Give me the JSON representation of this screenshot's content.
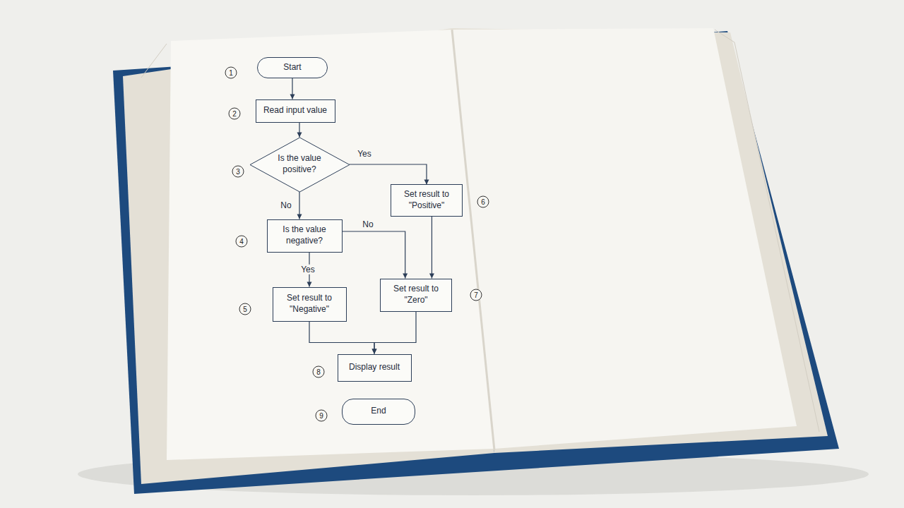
{
  "diagram": {
    "nodes": [
      {
        "text": [
          "Start"
        ]
      },
      {
        "text": [
          "Read input value"
        ]
      },
      {
        "text": [
          "Is the value positive?"
        ]
      },
      {
        "text": [
          "Set result to \"Positive\""
        ]
      },
      {
        "text": [
          "Is the value negative?"
        ]
      },
      {
        "text": [
          "Set result to \"Negative\""
        ]
      },
      {
        "text": [
          "Set result to \"Zero\""
        ]
      },
      {
        "text": [
          "Display result"
        ]
      },
      {
        "text": [
          "End"
        ]
      }
    ],
    "edges": [
      {
        "from": 0,
        "to": 1,
        "arrow": "to"
      },
      {
        "from": 1,
        "to": 2,
        "arrow": "to"
      },
      {
        "from": 2,
        "to": 3,
        "label": "Yes",
        "arrow": "to"
      },
      {
        "from": 2,
        "to": 4,
        "label": "No",
        "arrow": "to"
      },
      {
        "from": 4,
        "to": 6,
        "label": "No",
        "arrow": "to"
      },
      {
        "from": 4,
        "to": 5,
        "label": "Yes",
        "arrow": "to"
      },
      {
        "from": 3,
        "to": 6,
        "arrow": "to"
      },
      {
        "from": 5,
        "to": 7,
        "arrow": "to"
      },
      {
        "from": 6,
        "to": 7,
        "arrow": "to"
      }
    ],
    "labels": [
      "1",
      "2",
      "3",
      "4",
      "5",
      "6",
      "7",
      "8",
      "9"
    ]
  }
}
